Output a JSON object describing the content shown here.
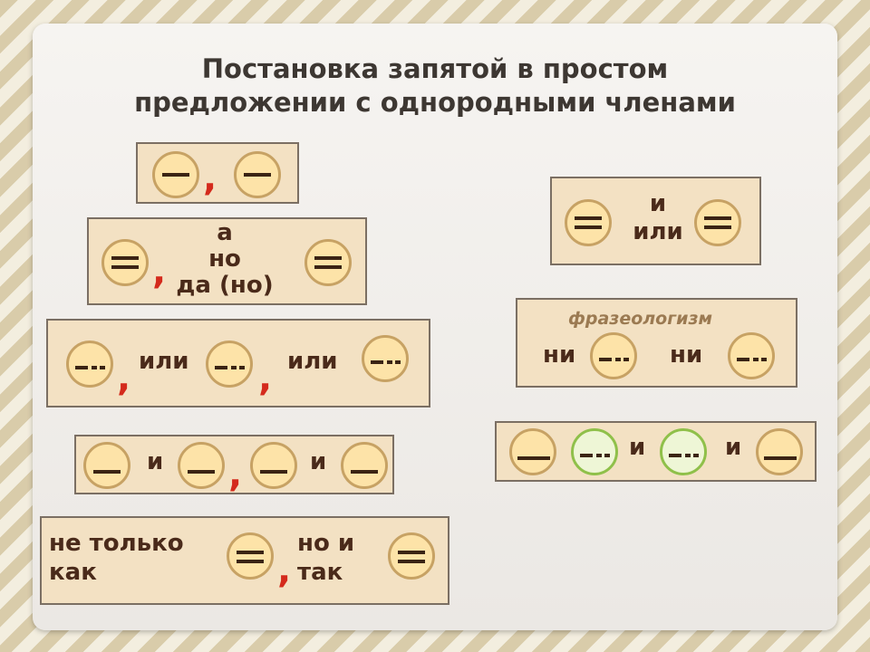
{
  "title_line1": "Постановка запятой в простом",
  "title_line2": "предложении с однородными членами",
  "boxes": {
    "b1": {
      "comma": ","
    },
    "b2": {
      "conj_a": "а",
      "conj_no": "но",
      "conj_da": "да (но)",
      "comma": ","
    },
    "b3": {
      "ili1": "или",
      "ili2": "или",
      "comma1": ",",
      "comma2": ","
    },
    "b4": {
      "i1": "и",
      "i2": "и",
      "comma": ","
    },
    "b5": {
      "ne_tolko": "не только",
      "kak": "как",
      "no_i": "но и",
      "tak": "так",
      "comma": ","
    },
    "b6": {
      "i": "и",
      "ili": "или"
    },
    "b7": {
      "label": "фразеологизм",
      "ni1": "ни",
      "ni2": "ни"
    },
    "b8": {
      "i1": "и",
      "i2": "и"
    }
  },
  "colors": {
    "box_fill": "#f3e1c3",
    "circle_fill": "#fde3a8",
    "circle_border": "#c7a264",
    "green_fill": "#eef6d6",
    "green_border": "#8fc04a",
    "comma": "#d42a1c",
    "text": "#4a2a1a"
  },
  "icons": {
    "subject": "single-dash-icon",
    "predicate": "double-dash-icon",
    "object": "dash-dot-icon"
  }
}
